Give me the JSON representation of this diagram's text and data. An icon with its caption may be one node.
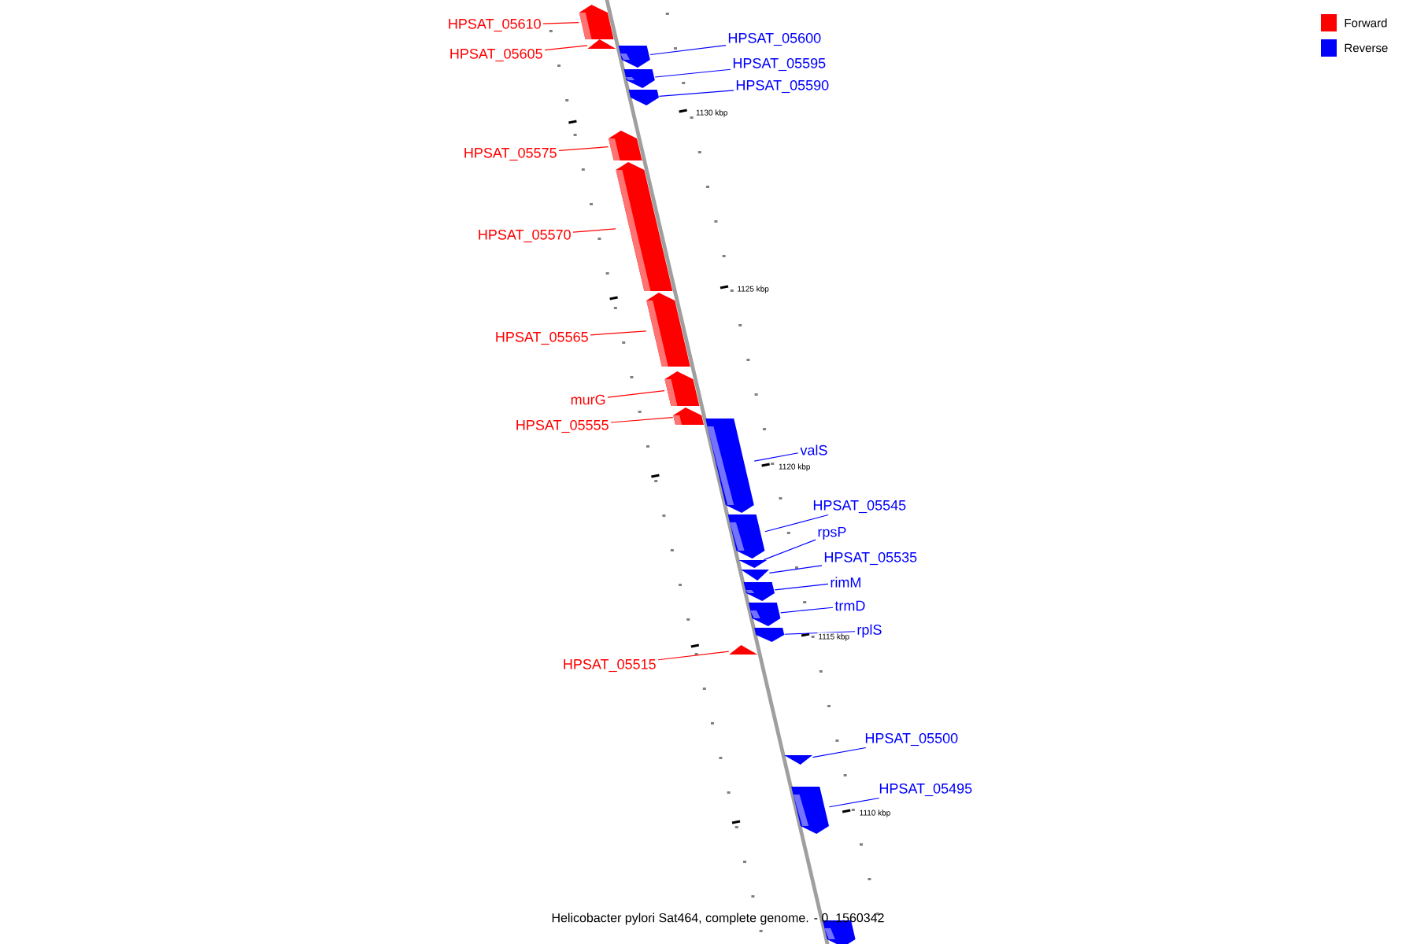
{
  "diagram": {
    "caption": "Helicobacter pylori Sat464, complete genome. - 0..1560342",
    "nodes": [
      {
        "text": [
          "HPSAT_05610"
        ]
      },
      {
        "text": [],
        "shape": "box"
      },
      {
        "text": [
          "HPSAT_05605"
        ]
      },
      {
        "text": [],
        "shape": "box"
      },
      {
        "text": [
          "HPSAT_05600"
        ]
      },
      {
        "text": [],
        "shape": "box"
      },
      {
        "text": [
          "HPSAT_05595"
        ]
      },
      {
        "text": [],
        "shape": "box"
      },
      {
        "text": [
          "HPSAT_05590"
        ]
      },
      {
        "text": [],
        "shape": "box"
      },
      {
        "text": [
          "HPSAT_05575"
        ]
      },
      {
        "text": [],
        "shape": "box"
      },
      {
        "text": [
          "HPSAT_05570"
        ]
      },
      {
        "text": [],
        "shape": "box"
      },
      {
        "text": [
          "HPSAT_05565"
        ]
      },
      {
        "text": [],
        "shape": "box"
      },
      {
        "text": [
          "murG"
        ]
      },
      {
        "text": [],
        "shape": "box"
      },
      {
        "text": [
          "HPSAT_05555"
        ]
      },
      {
        "text": [],
        "shape": "box"
      },
      {
        "text": [
          "valS"
        ]
      },
      {
        "text": [],
        "shape": "box"
      },
      {
        "text": [
          "HPSAT_05545"
        ]
      },
      {
        "text": [],
        "shape": "box"
      },
      {
        "text": [
          "rpsP"
        ]
      },
      {
        "text": [],
        "shape": "box"
      },
      {
        "text": [
          "HPSAT_05535"
        ]
      },
      {
        "text": [],
        "shape": "box"
      },
      {
        "text": [
          "rimM"
        ]
      },
      {
        "text": [],
        "shape": "box"
      },
      {
        "text": [
          "trmD"
        ]
      },
      {
        "text": [],
        "shape": "box"
      },
      {
        "text": [
          "rplS"
        ]
      },
      {
        "text": [],
        "shape": "box"
      },
      {
        "text": [
          "HPSAT_05515"
        ]
      },
      {
        "text": [],
        "shape": "box"
      },
      {
        "text": [
          "HPSAT_05500"
        ]
      },
      {
        "text": [],
        "shape": "box"
      },
      {
        "text": [
          "HPSAT_05495"
        ]
      },
      {
        "text": [],
        "shape": "box"
      },
      {
        "text": [],
        "shape": "box"
      }
    ],
    "edges": [
      {
        "from": 0,
        "to": 1,
        "arrow": "none",
        "color": "#ff0000"
      },
      {
        "from": 2,
        "to": 3,
        "arrow": "none",
        "color": "#ff0000"
      },
      {
        "from": 4,
        "to": 5,
        "arrow": "none",
        "color": "#0000ff"
      },
      {
        "from": 6,
        "to": 7,
        "arrow": "none",
        "color": "#0000ff"
      },
      {
        "from": 8,
        "to": 9,
        "arrow": "none",
        "color": "#0000ff"
      },
      {
        "from": 10,
        "to": 11,
        "arrow": "none",
        "color": "#ff0000"
      },
      {
        "from": 12,
        "to": 13,
        "arrow": "none",
        "color": "#ff0000"
      },
      {
        "from": 14,
        "to": 15,
        "arrow": "none",
        "color": "#ff0000"
      },
      {
        "from": 16,
        "to": 17,
        "arrow": "none",
        "color": "#ff0000"
      },
      {
        "from": 18,
        "to": 19,
        "arrow": "none",
        "color": "#ff0000"
      },
      {
        "from": 20,
        "to": 21,
        "arrow": "none",
        "color": "#0000ff"
      },
      {
        "from": 22,
        "to": 23,
        "arrow": "none",
        "color": "#0000ff"
      },
      {
        "from": 24,
        "to": 25,
        "arrow": "none",
        "color": "#0000ff"
      },
      {
        "from": 26,
        "to": 27,
        "arrow": "none",
        "color": "#0000ff"
      },
      {
        "from": 28,
        "to": 29,
        "arrow": "none",
        "color": "#0000ff"
      },
      {
        "from": 30,
        "to": 31,
        "arrow": "none",
        "color": "#0000ff"
      },
      {
        "from": 32,
        "to": 33,
        "arrow": "none",
        "color": "#0000ff"
      },
      {
        "from": 34,
        "to": 35,
        "arrow": "none",
        "color": "#ff0000"
      },
      {
        "from": 36,
        "to": 37,
        "arrow": "none",
        "color": "#0000ff"
      },
      {
        "from": 38,
        "to": 39,
        "arrow": "none",
        "color": "#0000ff"
      }
    ],
    "labels": [
      "1130 kbp",
      "1125 kbp",
      "1120 kbp",
      "1115 kbp",
      "1110 kbp"
    ],
    "legend": [
      {
        "text": "Forward",
        "color": "#ff0000"
      },
      {
        "text": "Reverse",
        "color": "#0000ff"
      }
    ]
  }
}
